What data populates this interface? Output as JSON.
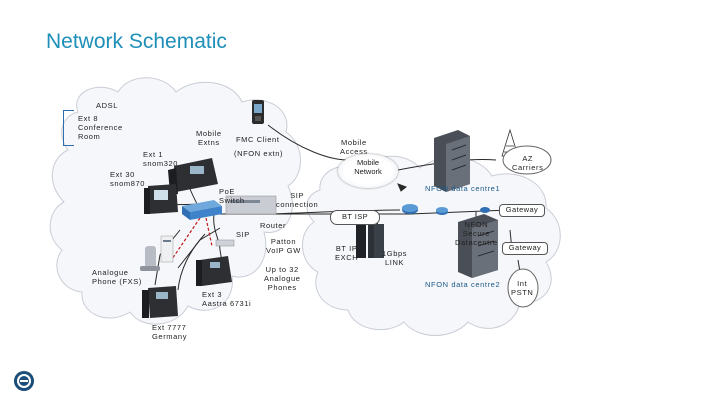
{
  "title": "Network Schematic",
  "labels": {
    "adsl": "ADSL",
    "ext8": "Ext 8\nConference\nRoom",
    "ext1": "Ext 1\nsnom320",
    "ext30": "Ext 30\nsnom870",
    "mobile_extns": "Mobile\nExtns",
    "fmc_client": "FMC Client",
    "nfon_extn": "(NFON extn)",
    "mobile_access": "Mobile\nAccess",
    "mobile_network": "Mobile\nNetwork",
    "az_carriers": "AZ\nCarriers",
    "poe_switch": "PoE\nSwitch",
    "sip_connection": "SIP\nconnection",
    "nfon_dc1": "NFON data centre1",
    "gateway1": "Gateway",
    "bt_isp": "BT ISP",
    "router": "Router",
    "sip": "SIP",
    "patton": "Patton\nVoIP GW",
    "bt_ip_exch": "BT IP\nEXCH",
    "one_gbps": "1Gbps\nLINK",
    "nfon_secure": "NFON\nSecure\nDatacentre",
    "gateway2": "Gateway",
    "analogue": "Analogue\nPhone (FXS)",
    "ext3": "Ext 3\nAastra 6731i",
    "up_to_32": "Up to 32\nAnalogue\nPhones",
    "nfon_dc2": "NFON data centre2",
    "int_pstn": "Int\nPSTN",
    "ext7777": "Ext 7777\nGermany"
  },
  "colors": {
    "title": "#1e8fb8",
    "link_blue": "#1b5a8a",
    "cloud_fill": "#f6f7fa",
    "cloud_stroke": "#c9cdd6"
  }
}
